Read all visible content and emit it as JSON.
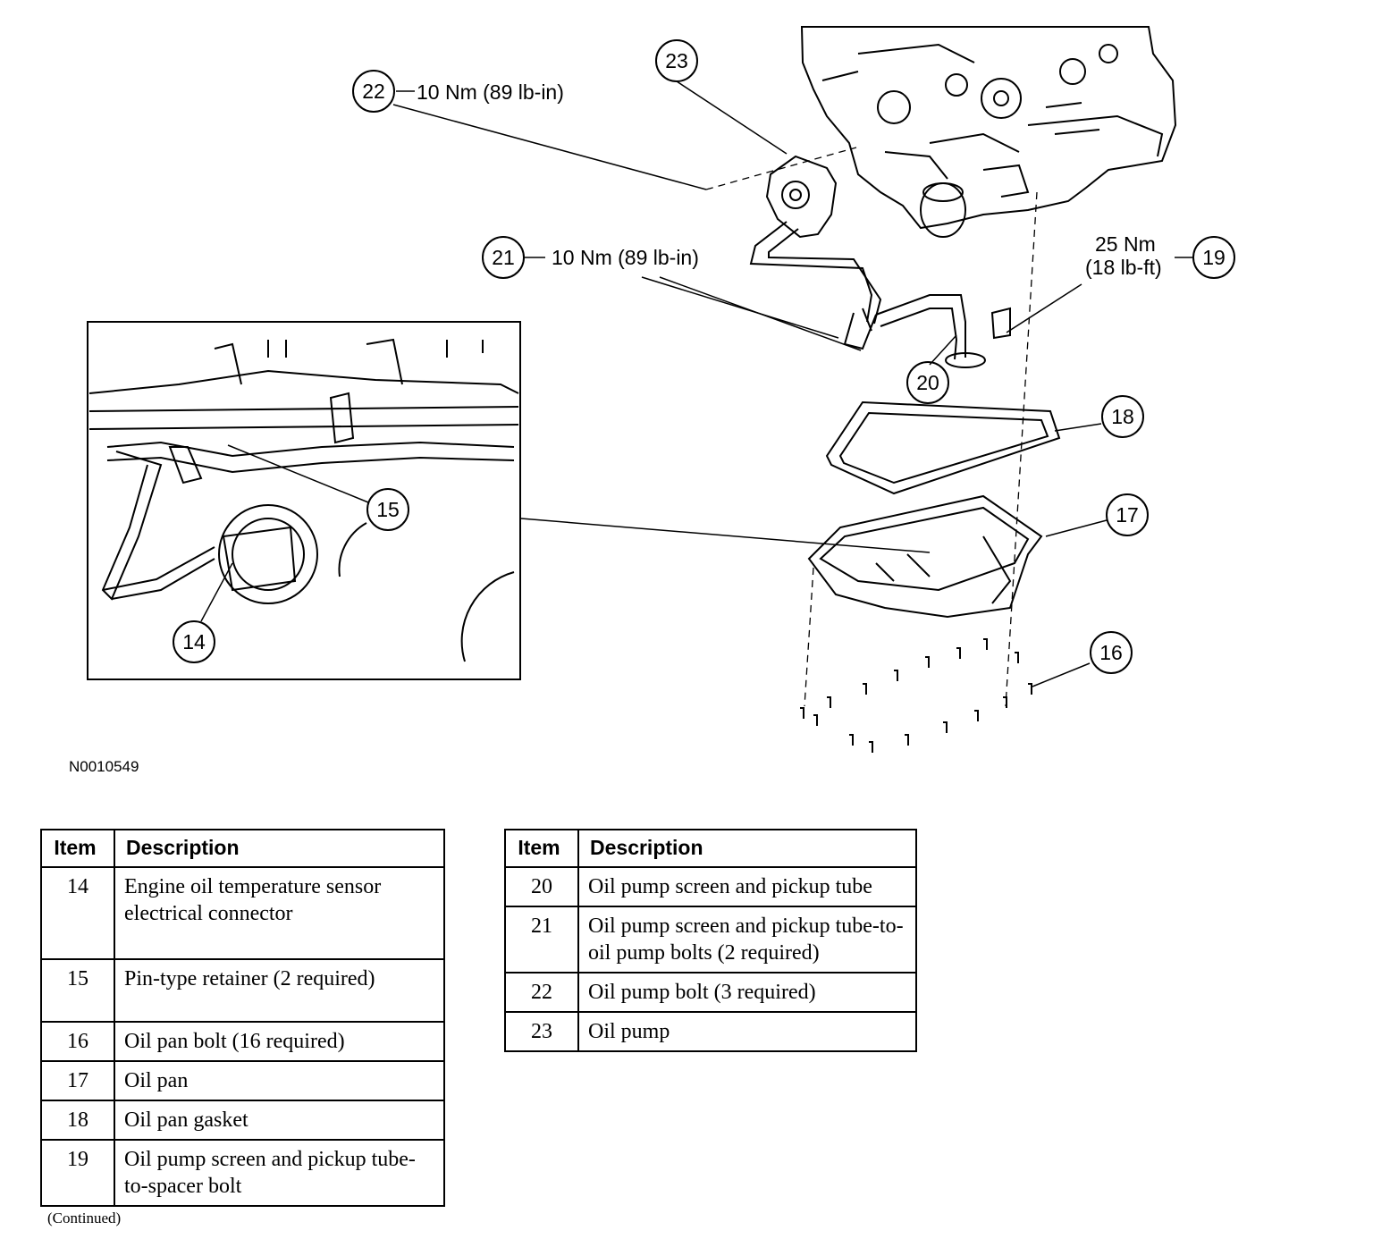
{
  "figure_id": "N0010549",
  "callouts": {
    "c14": "14",
    "c15": "15",
    "c16": "16",
    "c17": "17",
    "c18": "18",
    "c19": "19",
    "c20": "20",
    "c21": "21",
    "c22": "22",
    "c23": "23"
  },
  "torque_specs": {
    "item22": "10 Nm (89 lb-in)",
    "item21": "10 Nm (89 lb-in)",
    "item19_line1": "25 Nm",
    "item19_line2": "(18 lb-ft)"
  },
  "table_headers": {
    "item": "Item",
    "description": "Description"
  },
  "table_left": [
    {
      "item": "14",
      "description": "Engine oil temperature sensor electrical connector"
    },
    {
      "item": "15",
      "description": "Pin-type retainer (2 required)"
    },
    {
      "item": "16",
      "description": "Oil pan bolt (16 required)"
    },
    {
      "item": "17",
      "description": "Oil pan"
    },
    {
      "item": "18",
      "description": "Oil pan gasket"
    },
    {
      "item": "19",
      "description": "Oil pump screen and pickup tube-to-spacer bolt"
    }
  ],
  "table_right": [
    {
      "item": "20",
      "description": "Oil pump screen and pickup tube"
    },
    {
      "item": "21",
      "description": "Oil pump screen and pickup tube-to-oil pump bolts (2 required)"
    },
    {
      "item": "22",
      "description": "Oil pump bolt (3 required)"
    },
    {
      "item": "23",
      "description": "Oil pump"
    }
  ],
  "continued_note": "(Continued)"
}
